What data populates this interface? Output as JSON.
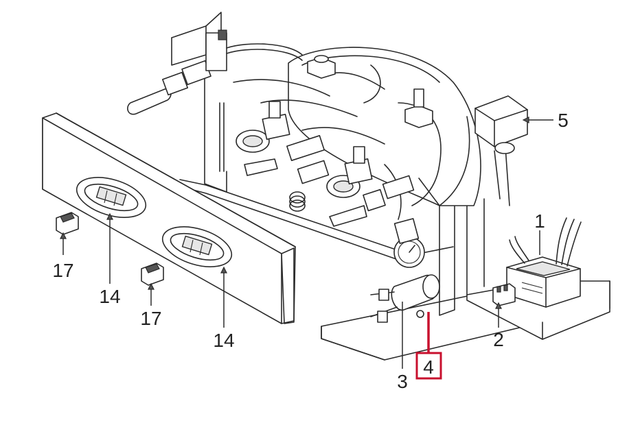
{
  "callouts": [
    {
      "id": "1",
      "text": "1"
    },
    {
      "id": "2",
      "text": "2"
    },
    {
      "id": "3",
      "text": "3"
    },
    {
      "id": "4",
      "text": "4"
    },
    {
      "id": "5",
      "text": "5"
    },
    {
      "id": "14a",
      "text": "14"
    },
    {
      "id": "14b",
      "text": "14"
    },
    {
      "id": "17a",
      "text": "17"
    },
    {
      "id": "17b",
      "text": "17"
    }
  ],
  "highlight": {
    "callout": "4",
    "color": "#c8102e"
  }
}
